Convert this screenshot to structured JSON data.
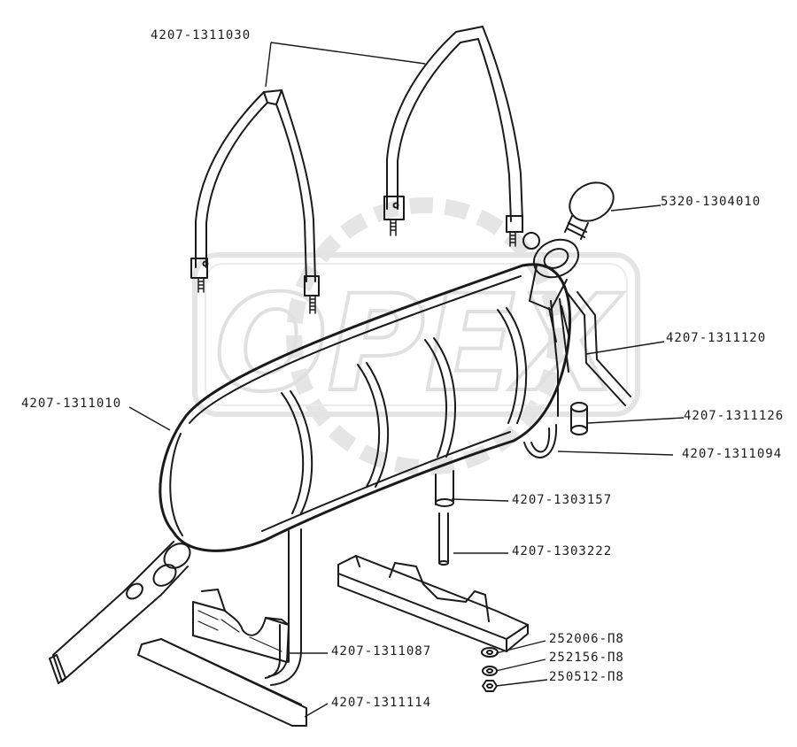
{
  "watermark": {
    "text": "OPEX"
  },
  "colors": {
    "ink": "#1a1a1a",
    "watermark": "#d6d6d6",
    "background": "#ffffff"
  },
  "labels": {
    "strap_pair": "4207-1311030",
    "cap": "5320-1304010",
    "tank": "4207-1311010",
    "tube_right": "4207-1311120",
    "sleeve": "4207-1311126",
    "hose_clamp": "4207-1311094",
    "rubber_sleeve": "4207-1303157",
    "drain_tube": "4207-1303222",
    "bracket_left": "4207-1311087",
    "base_strip": "4207-1311114",
    "washer_flat": "252006-П8",
    "washer_spring": "252156-П8",
    "nut": "250512-П8"
  }
}
